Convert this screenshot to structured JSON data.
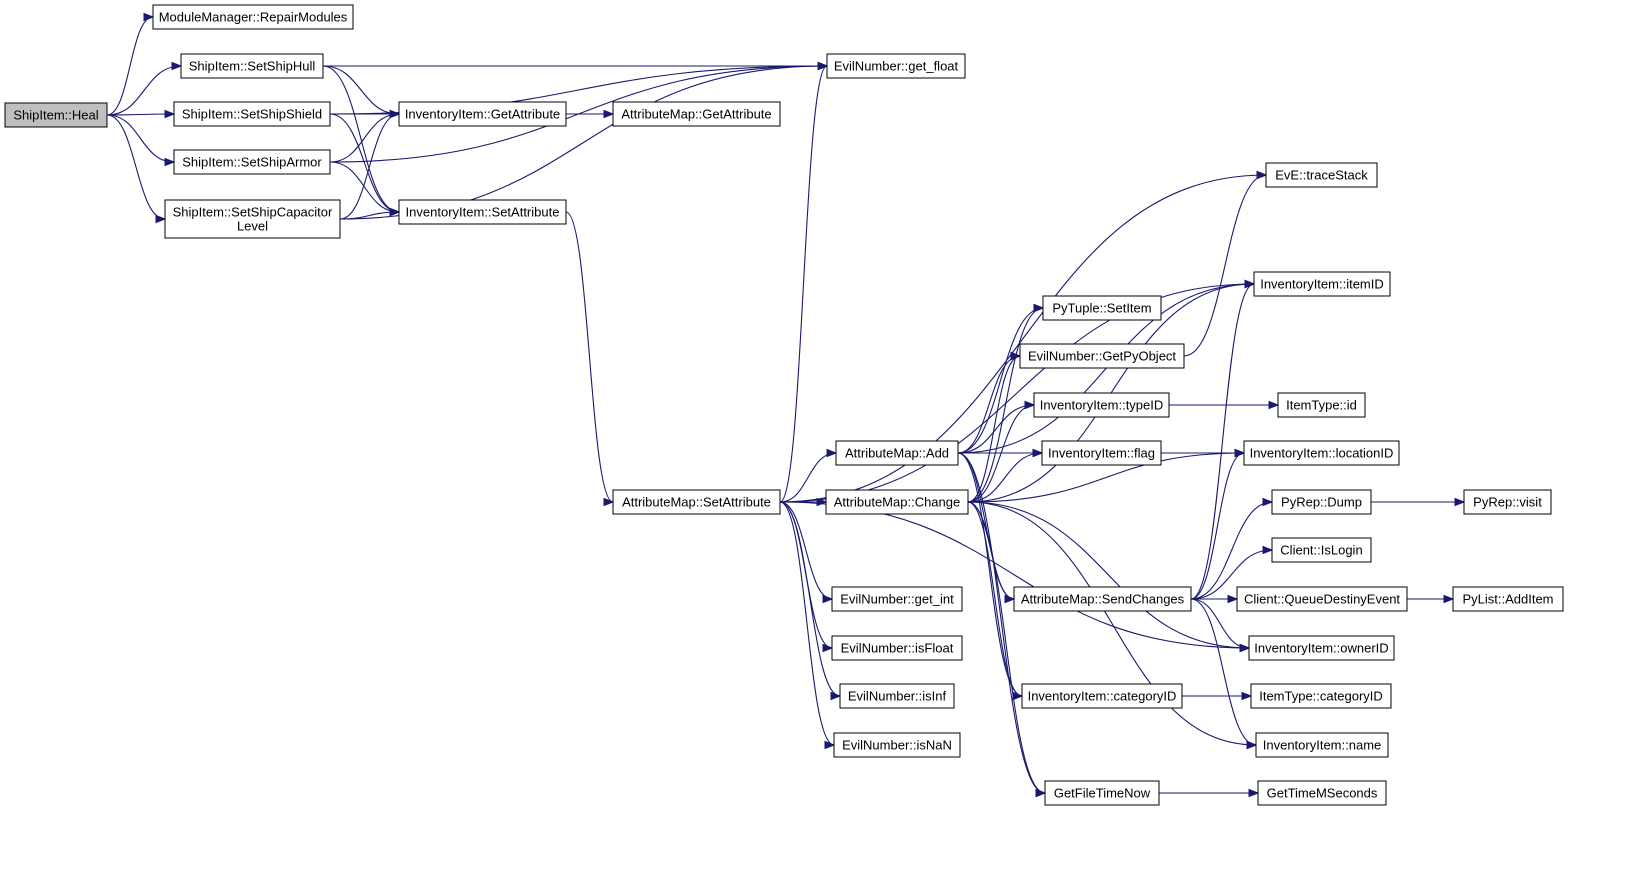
{
  "diagram": {
    "colors": {
      "edge": "#191970",
      "root_fill": "#bfbfbf",
      "node_fill": "#ffffff",
      "border": "#000000"
    },
    "nodes": [
      {
        "id": "heal",
        "lines": [
          "ShipItem::Heal"
        ],
        "root": true
      },
      {
        "id": "repair",
        "lines": [
          "ModuleManager::RepairModules"
        ]
      },
      {
        "id": "hull",
        "lines": [
          "ShipItem::SetShipHull"
        ]
      },
      {
        "id": "shield",
        "lines": [
          "ShipItem::SetShipShield"
        ]
      },
      {
        "id": "armor",
        "lines": [
          "ShipItem::SetShipArmor"
        ]
      },
      {
        "id": "cap",
        "lines": [
          "ShipItem::SetShipCapacitor",
          "Level"
        ]
      },
      {
        "id": "get_float",
        "lines": [
          "EvilNumber::get_float"
        ]
      },
      {
        "id": "inv_getattr",
        "lines": [
          "InventoryItem::GetAttribute"
        ]
      },
      {
        "id": "am_getattr",
        "lines": [
          "AttributeMap::GetAttribute"
        ]
      },
      {
        "id": "inv_setattr",
        "lines": [
          "InventoryItem::SetAttribute"
        ]
      },
      {
        "id": "am_setattr",
        "lines": [
          "AttributeMap::SetAttribute"
        ]
      },
      {
        "id": "am_add",
        "lines": [
          "AttributeMap::Add"
        ]
      },
      {
        "id": "am_change",
        "lines": [
          "AttributeMap::Change"
        ]
      },
      {
        "id": "am_send",
        "lines": [
          "AttributeMap::SendChanges"
        ]
      },
      {
        "id": "get_int",
        "lines": [
          "EvilNumber::get_int"
        ]
      },
      {
        "id": "isfloat",
        "lines": [
          "EvilNumber::isFloat"
        ]
      },
      {
        "id": "isinf",
        "lines": [
          "EvilNumber::isInf"
        ]
      },
      {
        "id": "isnan",
        "lines": [
          "EvilNumber::isNaN"
        ]
      },
      {
        "id": "trace",
        "lines": [
          "EvE::traceStack"
        ]
      },
      {
        "id": "itemid",
        "lines": [
          "InventoryItem::itemID"
        ]
      },
      {
        "id": "pytuple",
        "lines": [
          "PyTuple::SetItem"
        ]
      },
      {
        "id": "getpyobj",
        "lines": [
          "EvilNumber::GetPyObject"
        ]
      },
      {
        "id": "typeid",
        "lines": [
          "InventoryItem::typeID"
        ]
      },
      {
        "id": "itemtype_id",
        "lines": [
          "ItemType::id"
        ]
      },
      {
        "id": "flag",
        "lines": [
          "InventoryItem::flag"
        ]
      },
      {
        "id": "locid",
        "lines": [
          "InventoryItem::locationID"
        ]
      },
      {
        "id": "pyrep_dump",
        "lines": [
          "PyRep::Dump"
        ]
      },
      {
        "id": "pyrep_visit",
        "lines": [
          "PyRep::visit"
        ]
      },
      {
        "id": "islogin",
        "lines": [
          "Client::IsLogin"
        ]
      },
      {
        "id": "queue",
        "lines": [
          "Client::QueueDestinyEvent"
        ]
      },
      {
        "id": "pylist",
        "lines": [
          "PyList::AddItem"
        ]
      },
      {
        "id": "ownerid",
        "lines": [
          "InventoryItem::ownerID"
        ]
      },
      {
        "id": "catid",
        "lines": [
          "InventoryItem::categoryID"
        ]
      },
      {
        "id": "itemtype_cat",
        "lines": [
          "ItemType::categoryID"
        ]
      },
      {
        "id": "name",
        "lines": [
          "InventoryItem::name"
        ]
      },
      {
        "id": "gftn",
        "lines": [
          "GetFileTimeNow"
        ]
      },
      {
        "id": "gtms",
        "lines": [
          "GetTimeMSeconds"
        ]
      }
    ],
    "edges": [
      [
        "heal",
        "repair"
      ],
      [
        "heal",
        "hull"
      ],
      [
        "heal",
        "shield"
      ],
      [
        "heal",
        "armor"
      ],
      [
        "heal",
        "cap"
      ],
      [
        "hull",
        "get_float"
      ],
      [
        "hull",
        "inv_getattr"
      ],
      [
        "hull",
        "inv_setattr"
      ],
      [
        "shield",
        "get_float"
      ],
      [
        "shield",
        "inv_getattr"
      ],
      [
        "shield",
        "inv_setattr"
      ],
      [
        "armor",
        "get_float"
      ],
      [
        "armor",
        "inv_getattr"
      ],
      [
        "armor",
        "inv_setattr"
      ],
      [
        "cap",
        "get_float"
      ],
      [
        "cap",
        "inv_getattr"
      ],
      [
        "cap",
        "inv_setattr"
      ],
      [
        "inv_getattr",
        "am_getattr"
      ],
      [
        "inv_setattr",
        "am_setattr"
      ],
      [
        "am_setattr",
        "get_float"
      ],
      [
        "am_setattr",
        "trace"
      ],
      [
        "am_setattr",
        "itemid"
      ],
      [
        "am_setattr",
        "am_add"
      ],
      [
        "am_setattr",
        "am_change"
      ],
      [
        "am_setattr",
        "get_int"
      ],
      [
        "am_setattr",
        "isfloat"
      ],
      [
        "am_setattr",
        "isinf"
      ],
      [
        "am_setattr",
        "isnan"
      ],
      [
        "am_setattr",
        "ownerid"
      ],
      [
        "am_add",
        "pytuple"
      ],
      [
        "am_add",
        "getpyobj"
      ],
      [
        "am_add",
        "typeid"
      ],
      [
        "am_add",
        "flag"
      ],
      [
        "am_add",
        "itemid"
      ],
      [
        "am_add",
        "locid"
      ],
      [
        "am_add",
        "am_send"
      ],
      [
        "am_add",
        "catid"
      ],
      [
        "am_add",
        "gftn"
      ],
      [
        "am_change",
        "pytuple"
      ],
      [
        "am_change",
        "getpyobj"
      ],
      [
        "am_change",
        "typeid"
      ],
      [
        "am_change",
        "flag"
      ],
      [
        "am_change",
        "itemid"
      ],
      [
        "am_change",
        "locid"
      ],
      [
        "am_change",
        "am_send"
      ],
      [
        "am_change",
        "catid"
      ],
      [
        "am_change",
        "gftn"
      ],
      [
        "am_change",
        "ownerid"
      ],
      [
        "am_change",
        "name"
      ],
      [
        "am_send",
        "itemid"
      ],
      [
        "am_send",
        "locid"
      ],
      [
        "am_send",
        "pyrep_dump"
      ],
      [
        "am_send",
        "islogin"
      ],
      [
        "am_send",
        "queue"
      ],
      [
        "am_send",
        "ownerid"
      ],
      [
        "am_send",
        "name"
      ],
      [
        "getpyobj",
        "trace"
      ],
      [
        "typeid",
        "itemtype_id"
      ],
      [
        "pyrep_dump",
        "pyrep_visit"
      ],
      [
        "queue",
        "pylist"
      ],
      [
        "catid",
        "itemtype_cat"
      ],
      [
        "gftn",
        "gtms"
      ]
    ]
  }
}
